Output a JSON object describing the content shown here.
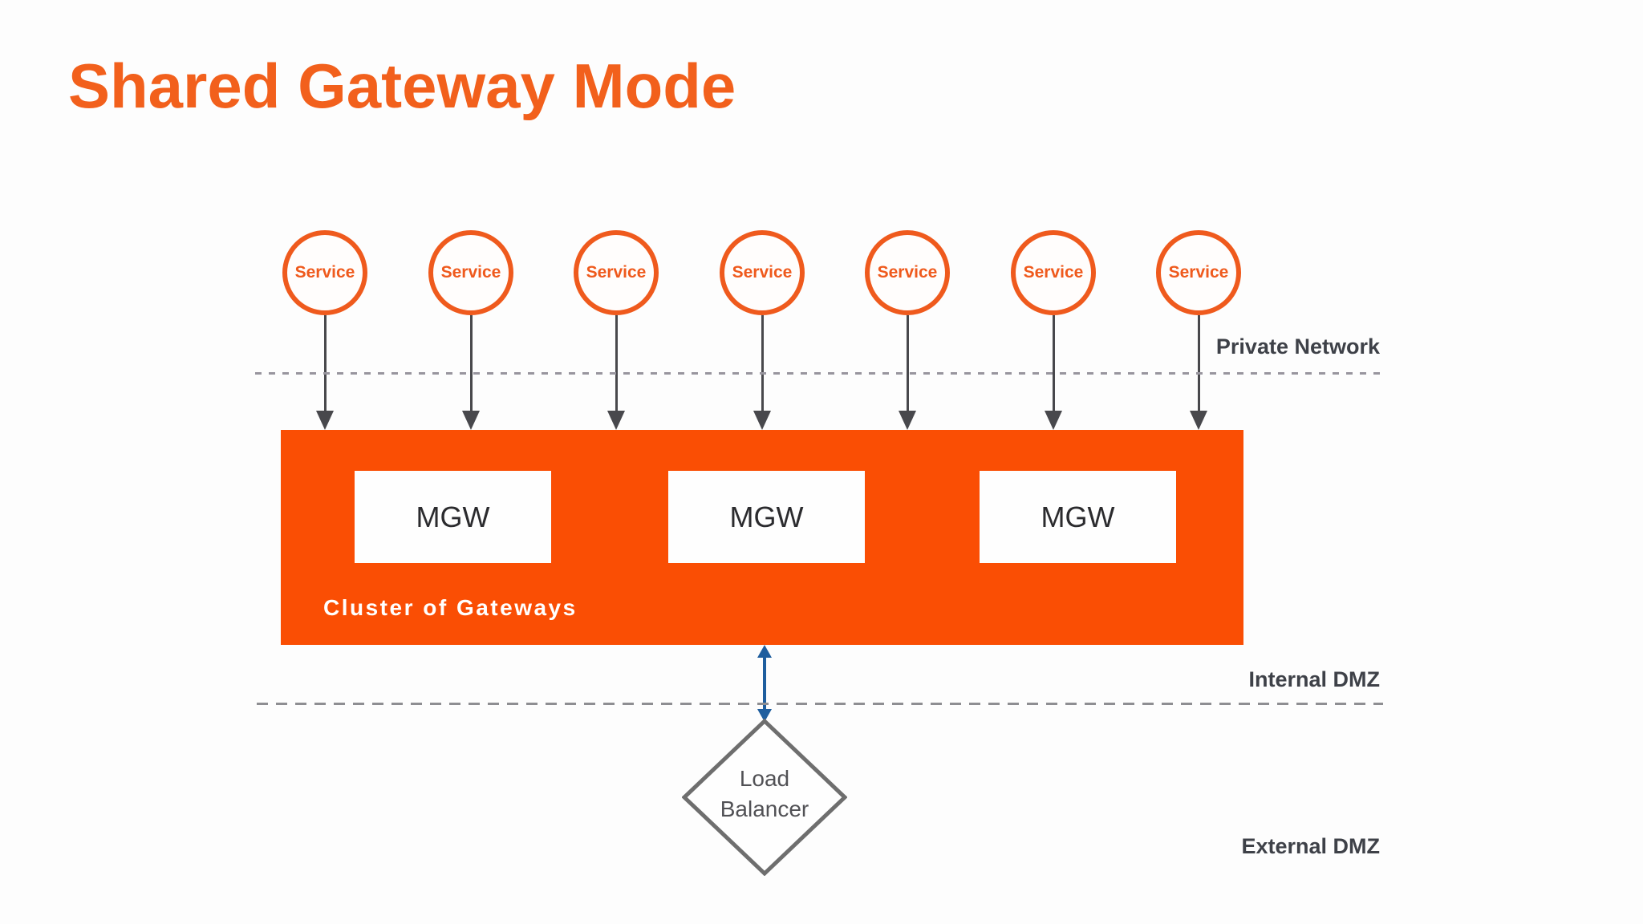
{
  "slide": {
    "title": "Shared Gateway Mode"
  },
  "colors": {
    "title_orange": "#f2601c",
    "service_border_orange": "#ef5a1d",
    "cluster_orange": "#fa4e04",
    "arrow_gray": "#48484c",
    "connector_blue": "#1f5e9e",
    "diamond_border_gray": "#6e6e6e",
    "zone_label_gray": "#3e4148"
  },
  "services": [
    "Service",
    "Service",
    "Service",
    "Service",
    "Service",
    "Service",
    "Service"
  ],
  "zones": {
    "private_network": "Private Network",
    "internal_dmz": "Internal DMZ",
    "external_dmz": "External DMZ"
  },
  "cluster": {
    "label": "Cluster of Gateways",
    "gateways": [
      "MGW",
      "MGW",
      "MGW"
    ]
  },
  "load_balancer": {
    "label": "Load Balancer"
  }
}
